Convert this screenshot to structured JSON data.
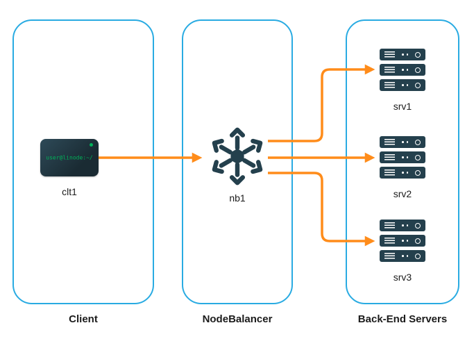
{
  "diagram": {
    "columns": {
      "client": {
        "label": "Client"
      },
      "nodebalancer": {
        "label": "NodeBalancer"
      },
      "backend": {
        "label": "Back-End Servers"
      }
    },
    "nodes": {
      "clt1": {
        "label": "clt1",
        "terminal_text": "user@linode:~/"
      },
      "nb1": {
        "label": "nb1"
      },
      "srv1": {
        "label": "srv1"
      },
      "srv2": {
        "label": "srv2"
      },
      "srv3": {
        "label": "srv3"
      }
    },
    "edges": [
      {
        "from": "clt1",
        "to": "nb1"
      },
      {
        "from": "nb1",
        "to": "srv1"
      },
      {
        "from": "nb1",
        "to": "srv2"
      },
      {
        "from": "nb1",
        "to": "srv3"
      }
    ],
    "colors": {
      "box_border": "#29abe2",
      "arrow": "#ff8c1a",
      "icon": "#24404d",
      "terminal_green": "#00b159",
      "label_text": "#1b1b1b"
    }
  }
}
